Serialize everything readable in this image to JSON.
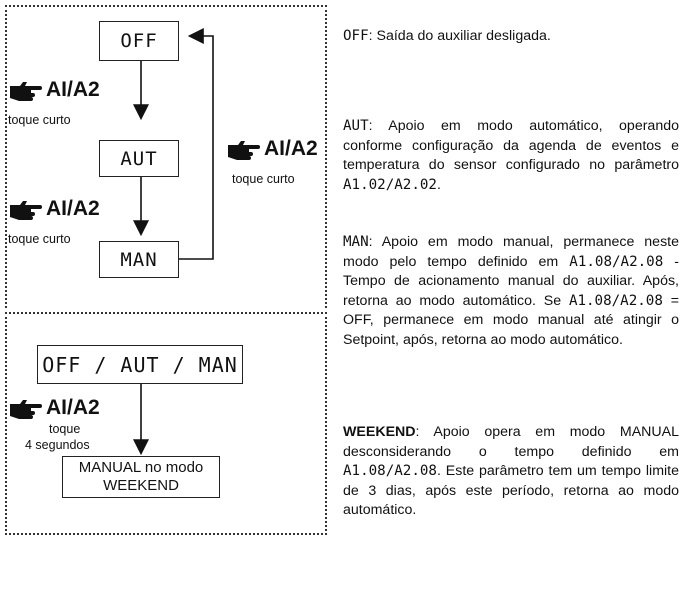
{
  "states": {
    "off": "OFF",
    "aut": "AUT",
    "man": "MAN",
    "combined": "OFF / AUT / MAN",
    "weekend_box_line1": "MANUAL no modo",
    "weekend_box_line2": "WEEKEND"
  },
  "hand_label": "AI/A2",
  "short_touch": "toque curto",
  "long_touch_line1": "toque",
  "long_touch_line2": "4 segundos",
  "descriptions": {
    "off": {
      "term": "OFF",
      "text": ": Saída do auxiliar desligada."
    },
    "aut": {
      "term": "AUT",
      "text": ": Apoio em modo automático, operando conforme configuração da agenda de eventos e temperatura do sensor configurado no parâmetro ",
      "param": "A1.02/A2.02",
      "end": "."
    },
    "man": {
      "term": "MAN",
      "text1": ": Apoio em modo manual, permanece neste modo pelo tempo definido em ",
      "param1": "A1.08/A2.08",
      "text2": " - Tempo de acionamento manual do auxiliar.  Após, retorna ao modo automático. Se ",
      "param2": "A1.08/A2.08",
      "text3": " = OFF, permanece em modo manual até atingir o Setpoint, após, retorna ao modo automático."
    },
    "weekend": {
      "term": "WEEKEND",
      "text1": ": Apoio opera em modo MANUAL desconsiderando o tempo definido em ",
      "param": "A1.08/A2.08",
      "text2": ". Este parâmetro tem um tempo limite de 3 dias, após este período, retorna ao modo automático."
    }
  }
}
